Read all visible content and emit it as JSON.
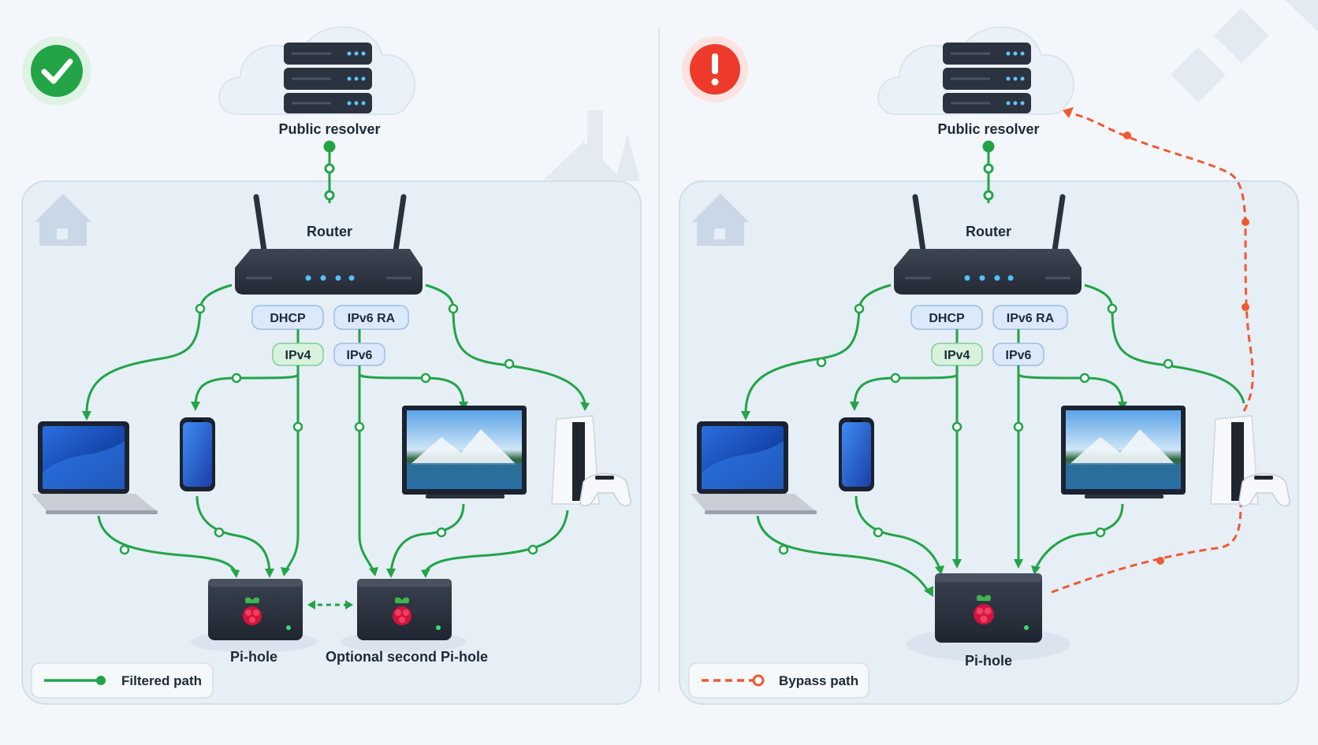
{
  "left_panel": {
    "status": "ok",
    "status_color": "#22a447",
    "cloud_label": "Public resolver",
    "router_label": "Router",
    "chips": {
      "dhcp": "DHCP",
      "ipv6ra": "IPv6 RA",
      "ipv4": "IPv4",
      "ipv6": "IPv6"
    },
    "pihole_label": "Pi-hole",
    "pihole2_label": "Optional second Pi-hole",
    "legend_label": "Filtered path",
    "path_color": "#22a447"
  },
  "right_panel": {
    "status": "warning",
    "status_color": "#ee3a2b",
    "cloud_label": "Public resolver",
    "router_label": "Router",
    "chips": {
      "dhcp": "DHCP",
      "ipv6ra": "IPv6 RA",
      "ipv4": "IPv4",
      "ipv6": "IPv6"
    },
    "pihole_label": "Pi-hole",
    "legend_label": "Bypass path",
    "path_color": "#22a447",
    "bypass_color": "#ef5a33"
  },
  "icons": [
    "check-icon",
    "alert-icon",
    "cloud-icon",
    "server-icon",
    "router-icon",
    "laptop-icon",
    "phone-icon",
    "tv-icon",
    "console-icon",
    "raspberry-icon",
    "house-icon"
  ]
}
